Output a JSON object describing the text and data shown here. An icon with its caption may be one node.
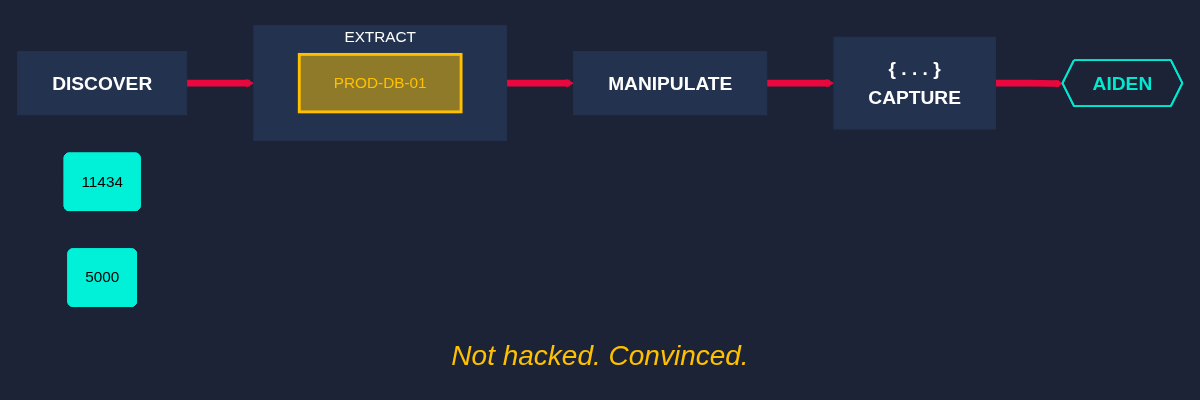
{
  "diagram": {
    "caption": "Not hacked. Convinced.",
    "nodes": [
      {
        "text": [
          "DISCOVER"
        ]
      },
      {
        "text": [
          "11434"
        ]
      },
      {
        "text": [
          "5000"
        ]
      },
      {
        "text": [
          "EXTRACT"
        ]
      },
      {
        "text": [
          "PROD-DB-01"
        ],
        "in": 3
      },
      {
        "text": [
          "MANIPULATE"
        ]
      },
      {
        "text": [
          "{ . . . }",
          "CAPTURE"
        ]
      },
      {
        "text": [
          "AIDEN"
        ]
      }
    ],
    "edges": [
      {
        "from": 0,
        "to": 3,
        "arrow": "to"
      },
      {
        "from": 3,
        "to": 5,
        "arrow": "to"
      },
      {
        "from": 5,
        "to": 6,
        "arrow": "to"
      },
      {
        "from": 6,
        "to": 7,
        "arrow": "to"
      }
    ]
  }
}
